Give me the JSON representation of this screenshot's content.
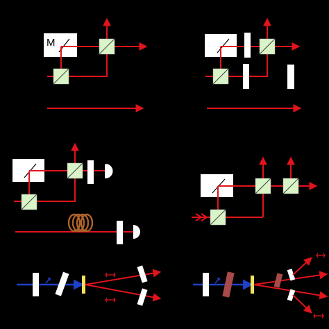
{
  "labels": {
    "mirror_m": "M"
  },
  "colors": {
    "background": "#000000",
    "beam": "#e0141b",
    "pump_beam": "#1f3fc8",
    "beam_splitter": "#d9f5c8",
    "module_box": "#ffffff",
    "detector": "#ffffff",
    "fiber": "#b0622a",
    "crystal": "#a84a4a",
    "output_coupler": "#f5e25a"
  },
  "panels": [
    {
      "id": "a",
      "kind": "interferometer-mirror-M"
    },
    {
      "id": "b",
      "kind": "interferometer-with-plates"
    },
    {
      "id": "c",
      "kind": "homodyne-detection"
    },
    {
      "id": "d",
      "kind": "double-splitter-output"
    },
    {
      "id": "e",
      "kind": "pumped-cavity-two-beams"
    },
    {
      "id": "f",
      "kind": "pumped-cavity-with-crystal"
    }
  ]
}
